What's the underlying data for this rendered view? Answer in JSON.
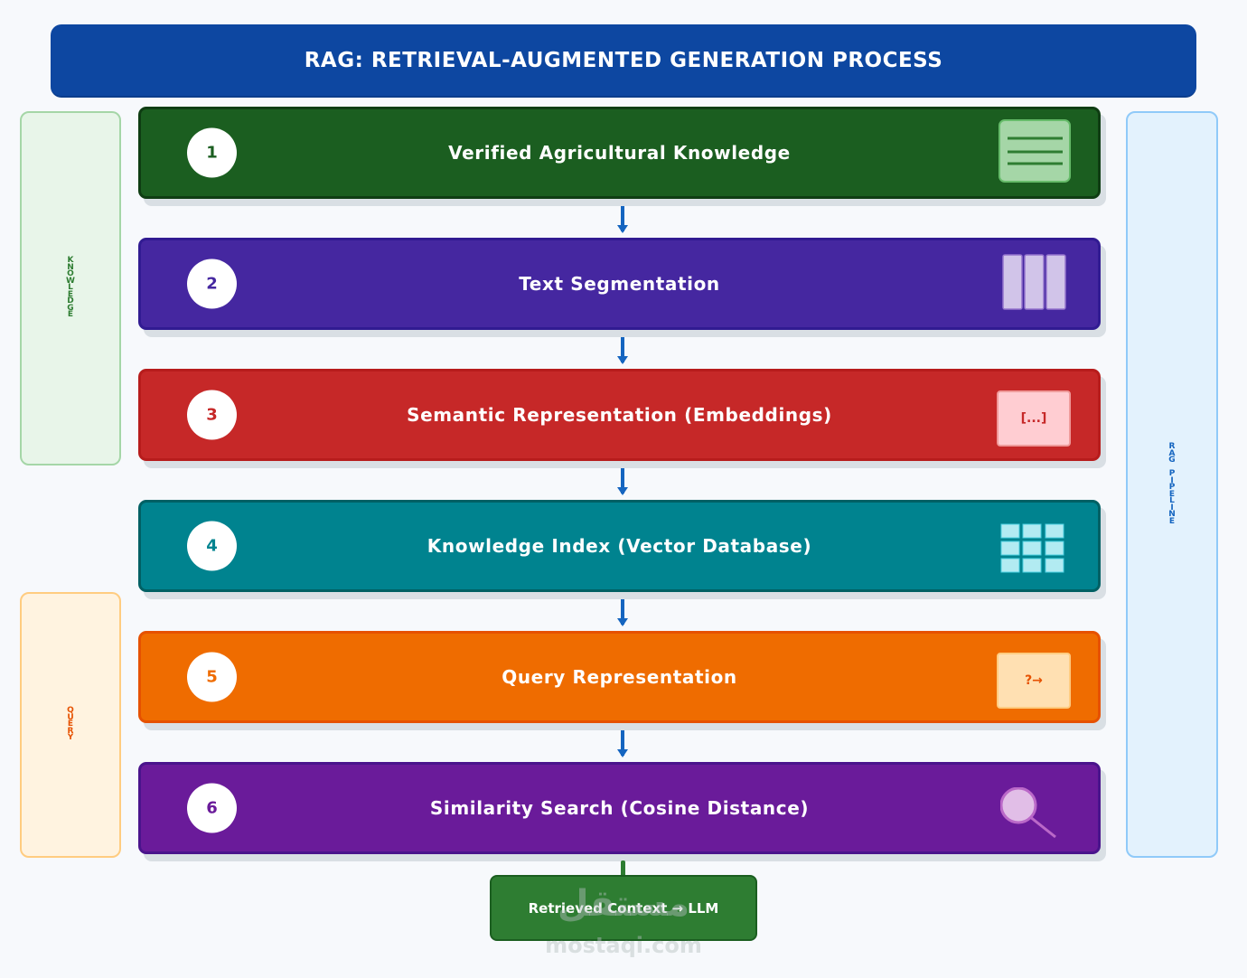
{
  "title": "RAG: RETRIEVAL-AUGMENTED GENERATION PROCESS",
  "side_panels": {
    "knowledge": "KNOWLEDGE",
    "query": "QUERY",
    "pipeline": "RAG PIPELINE"
  },
  "steps": [
    {
      "number": "1",
      "label": "Verified Agricultural Knowledge",
      "icon": "document-lines-icon",
      "color": "#1b5e20",
      "border": "#0f3d13",
      "num_color": "#1b5e20"
    },
    {
      "number": "2",
      "label": "Text Segmentation",
      "icon": "text-chunks-icon",
      "color": "#4527a0",
      "border": "#311b92",
      "num_color": "#4527a0"
    },
    {
      "number": "3",
      "label": "Semantic Representation (Embeddings)",
      "icon": "vector-brackets-icon",
      "color": "#c62828",
      "border": "#b71c1c",
      "num_color": "#c62828",
      "icon_text": "[...]"
    },
    {
      "number": "4",
      "label": "Knowledge Index (Vector Database)",
      "icon": "grid-database-icon",
      "color": "#00838f",
      "border": "#006064",
      "num_color": "#00838f"
    },
    {
      "number": "5",
      "label": "Query Representation",
      "icon": "query-arrow-icon",
      "color": "#ef6c00",
      "border": "#e65100",
      "num_color": "#ef6c00",
      "icon_text": "?→"
    },
    {
      "number": "6",
      "label": "Similarity Search (Cosine Distance)",
      "icon": "magnifier-icon",
      "color": "#6a1b9a",
      "border": "#4a148c",
      "num_color": "#6a1b9a"
    }
  ],
  "result": "Retrieved Context → LLM",
  "watermark": {
    "arabic": "مستقل",
    "latin": "mostaqi.com"
  },
  "colors": {
    "title_bg": "#0d47a1",
    "arrow": "#1565c0",
    "result_bg": "#2e7d32"
  }
}
